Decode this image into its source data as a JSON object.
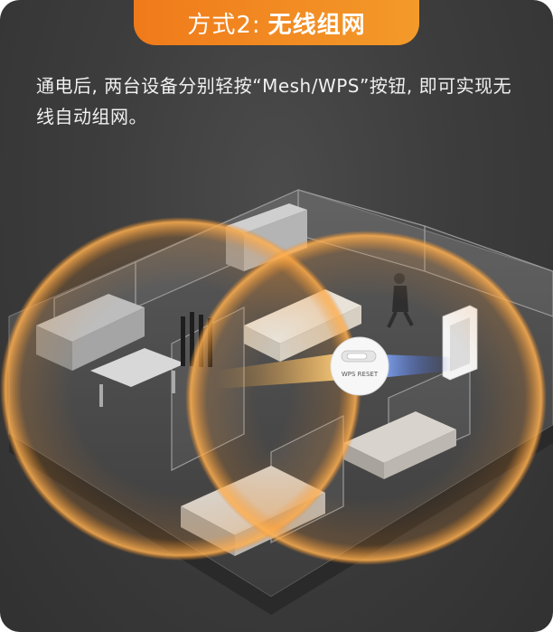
{
  "header": {
    "title_prefix": "方式2:",
    "title_main": "无线组网"
  },
  "description": "通电后, 两台设备分别轻按“Mesh/WPS”按钮, 即可实现无线自动组网。",
  "illustration": {
    "button_label": "WPS RESET",
    "accent_color": "#f08a20",
    "signal_color_left": "#f5a030",
    "signal_color_right": "#3a64e0"
  }
}
